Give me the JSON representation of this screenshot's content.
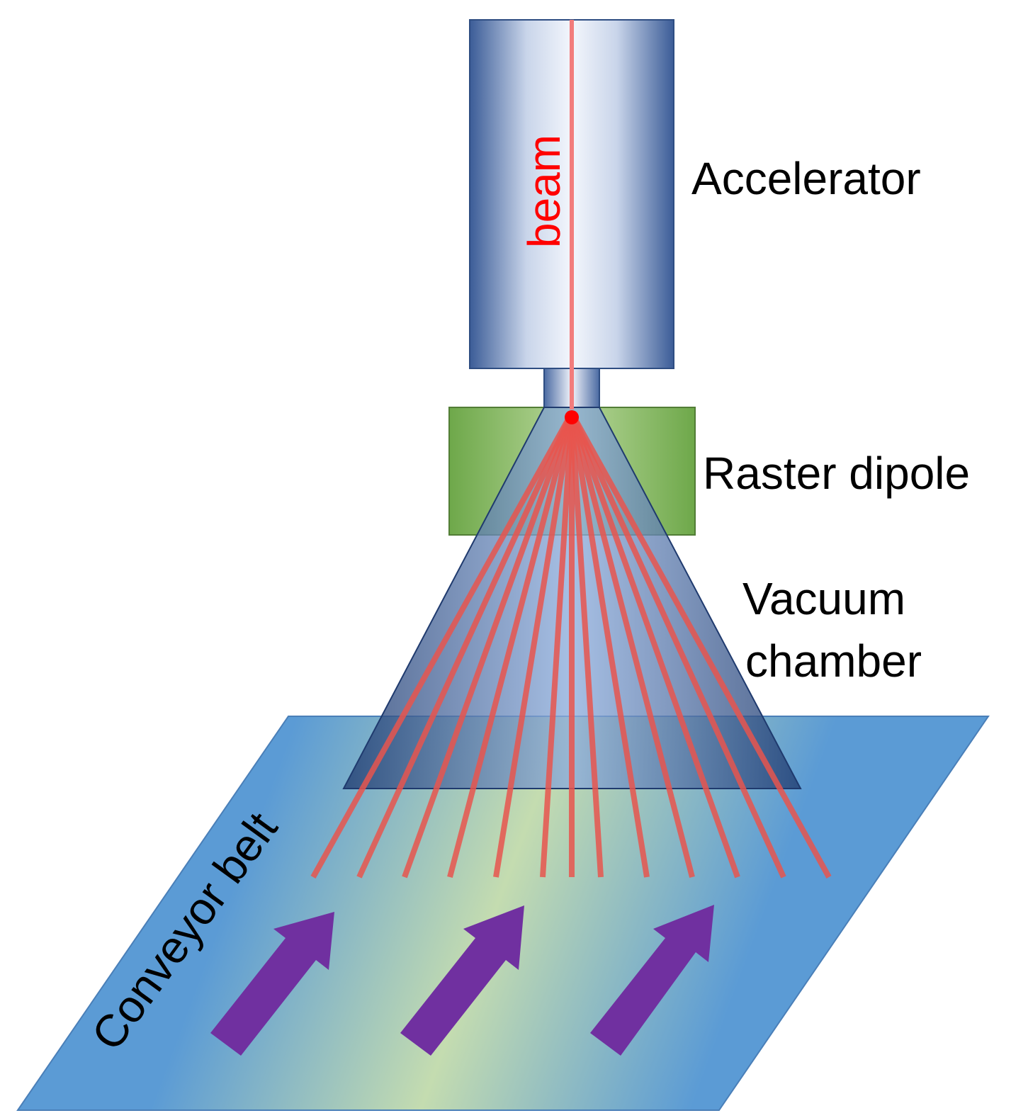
{
  "labels": {
    "beam": "beam",
    "accelerator": "Accelerator",
    "raster_dipole": "Raster dipole",
    "vacuum_chamber_line1": "Vacuum",
    "vacuum_chamber_line2": "chamber",
    "conveyor_belt": "Conveyor belt"
  },
  "colors": {
    "beam": "#ff0000",
    "beamlet": "#e8554e",
    "accelerator_dark": "#3b5c97",
    "accelerator_light": "#f1f4fb",
    "dipole_dark": "#6ea84a",
    "dipole_light": "#b8d79a",
    "chamber_dark": "#2d4a80",
    "chamber_light": "#8eaedd",
    "belt_blue": "#5b9bd5",
    "belt_green": "#c4dcb0",
    "arrow": "#7030a0"
  },
  "icons": {
    "flow_arrows": [
      "arrow-up-right-icon",
      "arrow-up-right-icon",
      "arrow-up-right-icon"
    ]
  }
}
